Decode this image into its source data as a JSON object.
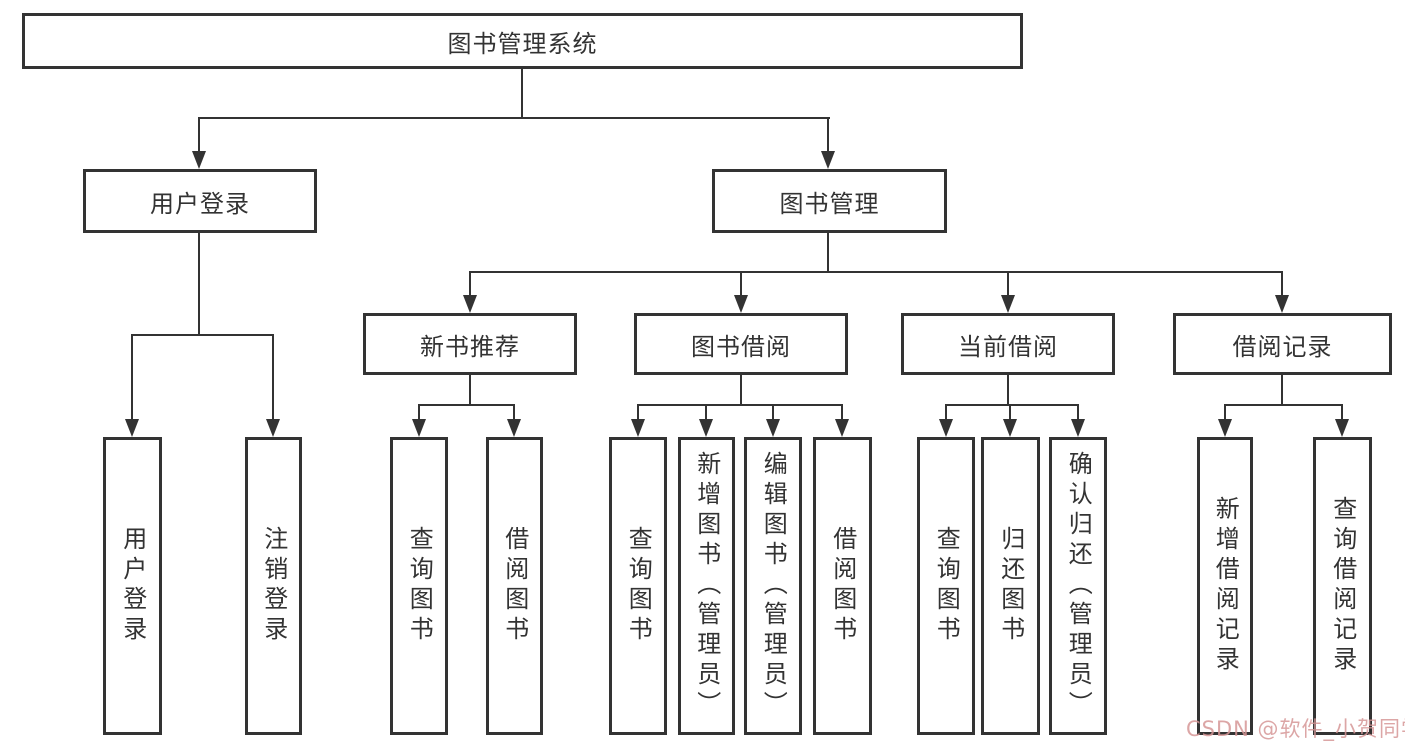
{
  "tree": {
    "label": "图书管理系统",
    "children": [
      {
        "label": "用户登录",
        "children": [
          {
            "label": "用户登录"
          },
          {
            "label": "注销登录"
          }
        ]
      },
      {
        "label": "图书管理",
        "children": [
          {
            "label": "新书推荐",
            "children": [
              {
                "label": "查询图书"
              },
              {
                "label": "借阅图书"
              }
            ]
          },
          {
            "label": "图书借阅",
            "children": [
              {
                "label": "查询图书"
              },
              {
                "label": "新增图书（管理员）"
              },
              {
                "label": "编辑图书（管理员）"
              },
              {
                "label": "借阅图书"
              }
            ]
          },
          {
            "label": "当前借阅",
            "children": [
              {
                "label": "查询图书"
              },
              {
                "label": "归还图书"
              },
              {
                "label": "确认归还（管理员）"
              }
            ]
          },
          {
            "label": "借阅记录",
            "children": [
              {
                "label": "新增借阅记录"
              },
              {
                "label": "查询借阅记录"
              }
            ]
          }
        ]
      }
    ]
  },
  "watermark": {
    "text": "CSDN @软件_小贺同学"
  },
  "colors": {
    "line": "#333333",
    "text": "#333333",
    "watermark": "#d69696",
    "background": "#ffffff"
  }
}
